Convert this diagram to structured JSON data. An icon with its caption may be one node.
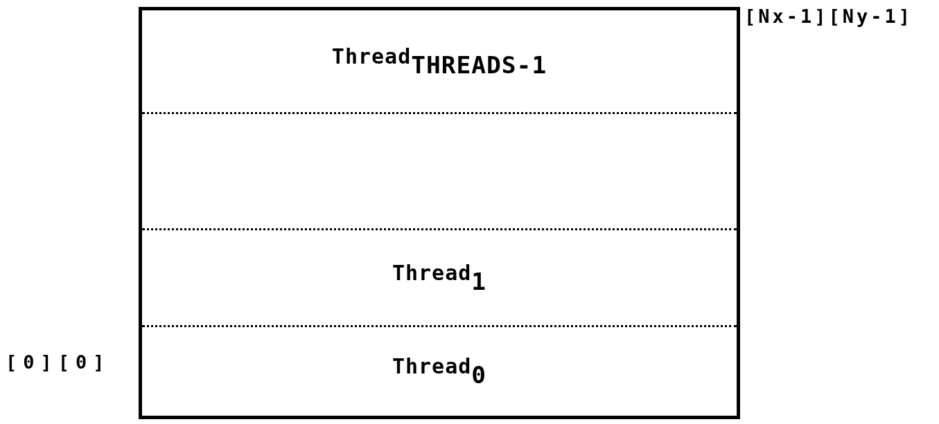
{
  "diagram": {
    "nodes": [
      {
        "text": [],
        "shape": "box"
      },
      {
        "text": [
          "Thread$_{THREADS-1}$"
        ],
        "in": 0
      },
      {
        "text": [],
        "shape": "box",
        "in": 0
      },
      {
        "text": [
          "Thread$_{1}$"
        ],
        "in": 0
      },
      {
        "text": [
          "Thread$_{0}$"
        ],
        "in": 0
      }
    ],
    "labels": [
      "[Nx-1][Ny-1]",
      "[0][0]"
    ]
  }
}
